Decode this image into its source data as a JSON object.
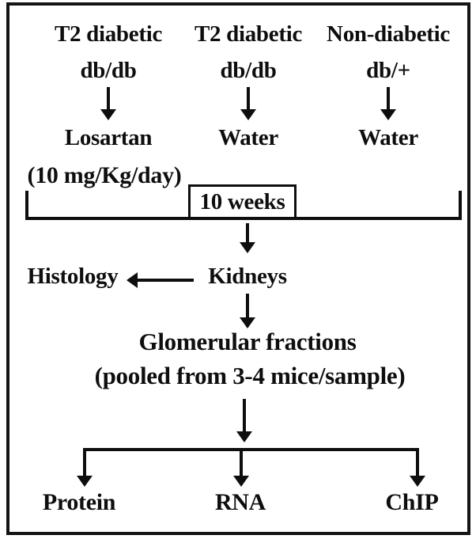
{
  "diagram": {
    "colors": {
      "ink": "#0e0e0e",
      "background": "#ffffff"
    },
    "groups": [
      {
        "line1": "T2 diabetic",
        "line2": "db/db",
        "treatment": "Losartan",
        "treatment_note": "(10 mg/Kg/day)"
      },
      {
        "line1": "T2 diabetic",
        "line2": "db/db",
        "treatment": "Water"
      },
      {
        "line1": "Non-diabetic",
        "line2": "db/+",
        "treatment": "Water"
      }
    ],
    "duration_label": "10 weeks",
    "histology_label": "Histology",
    "kidneys_label": "Kidneys",
    "glomerular_line1": "Glomerular fractions",
    "glomerular_line2": "(pooled from 3-4 mice/sample)",
    "outputs": [
      "Protein",
      "RNA",
      "ChIP"
    ]
  }
}
